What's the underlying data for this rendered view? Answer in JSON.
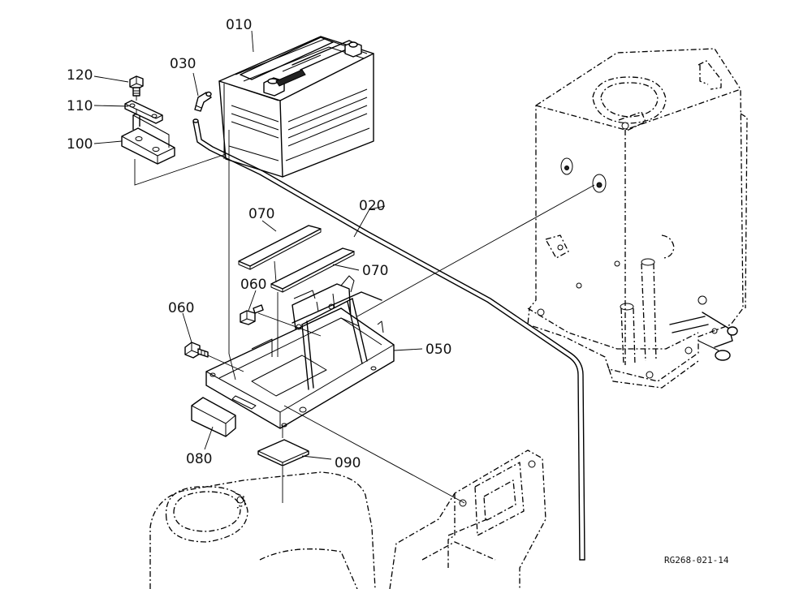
{
  "parts": {
    "p010": "010",
    "p020": "020",
    "p030": "030",
    "p050": "050",
    "p060a": "060",
    "p060b": "060",
    "p070a": "070",
    "p070b": "070",
    "p080": "080",
    "p090": "090",
    "p100": "100",
    "p110": "110",
    "p120": "120"
  },
  "reference_code": "RG268-021-14",
  "colors": {
    "line": "#000000",
    "background": "#ffffff"
  }
}
